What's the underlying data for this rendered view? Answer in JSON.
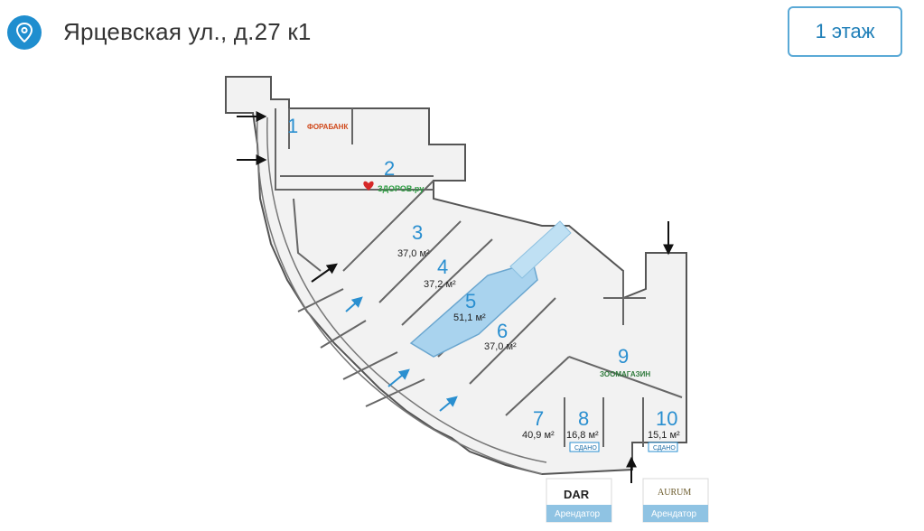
{
  "header": {
    "address": "Ярцевская ул., д.27 к1",
    "floor_button": "1 этаж",
    "location_icon": "map-pin-icon"
  },
  "plan": {
    "units": [
      {
        "number": "1",
        "area": "",
        "tenant": "ФОРАБАНК"
      },
      {
        "number": "2",
        "area": "",
        "tenant": "ЗДОРОВ.ру"
      },
      {
        "number": "3",
        "area": "37,0 м²",
        "tenant": ""
      },
      {
        "number": "4",
        "area": "37,2 м²",
        "tenant": ""
      },
      {
        "number": "5",
        "area": "51,1 м²",
        "tenant": ""
      },
      {
        "number": "6",
        "area": "37,0 м²",
        "tenant": ""
      },
      {
        "number": "7",
        "area": "40,9 м²",
        "tenant": ""
      },
      {
        "number": "8",
        "area": "16,8 м²",
        "tenant": ""
      },
      {
        "number": "9",
        "area": "",
        "tenant": "ЗООМАГАЗИН"
      },
      {
        "number": "10",
        "area": "15,1 м²",
        "tenant": ""
      }
    ],
    "status_8": "СДАНО",
    "status_10": "СДАНО",
    "tenant_cards": [
      {
        "logo": "DAR",
        "label": "Арендатор"
      },
      {
        "logo": "AURUM",
        "label": "Арендатор"
      }
    ],
    "colors": {
      "highlight": "#a9d3ee",
      "accent": "#2a8fd0",
      "zdorov": "#2f9e44"
    }
  }
}
